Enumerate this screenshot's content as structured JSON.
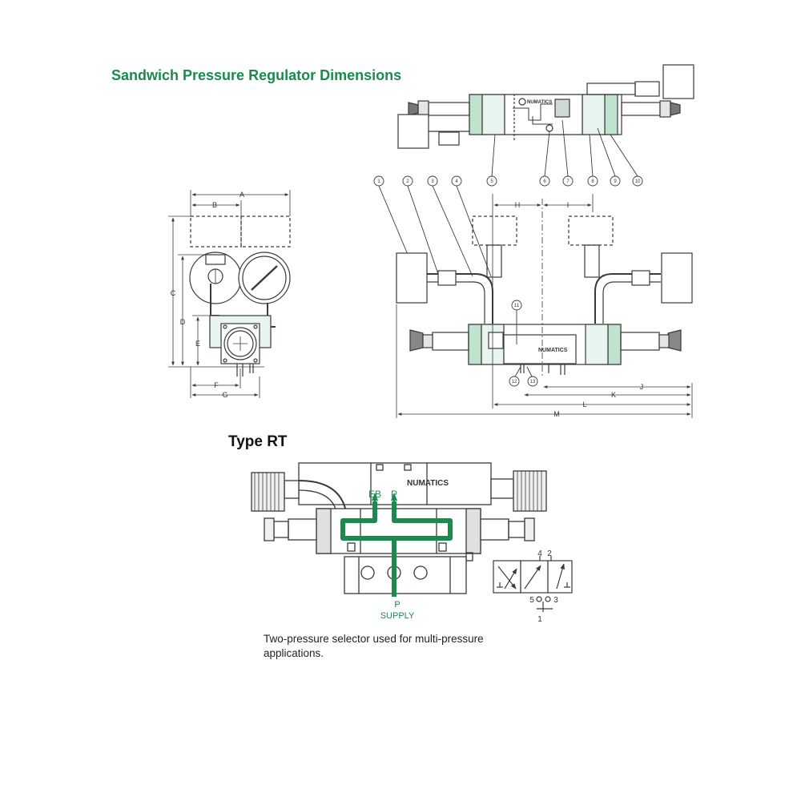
{
  "title": "Sandwich Pressure Regulator Dimensions",
  "section_title": "Type RT",
  "caption": "Two-pressure selector used for multi-pressure applications.",
  "brand": "NUMATICS",
  "flow_labels": {
    "exhaust": "EB",
    "pressure": "P",
    "supply_port": "P",
    "supply_text": "SUPPLY"
  },
  "port_numbers": [
    "4",
    "2",
    "5",
    "3",
    "1"
  ],
  "dimension_labels": [
    "A",
    "B",
    "C",
    "D",
    "E",
    "F",
    "G",
    "H",
    "I",
    "J",
    "K",
    "L",
    "M"
  ],
  "callouts": [
    "1",
    "2",
    "3",
    "4",
    "5",
    "6",
    "7",
    "8",
    "9",
    "10",
    "11",
    "12",
    "13"
  ],
  "colors": {
    "accent": "#1a8a4e",
    "line": "#3a3a3a",
    "highlight_fill": "#bfe3cd"
  }
}
